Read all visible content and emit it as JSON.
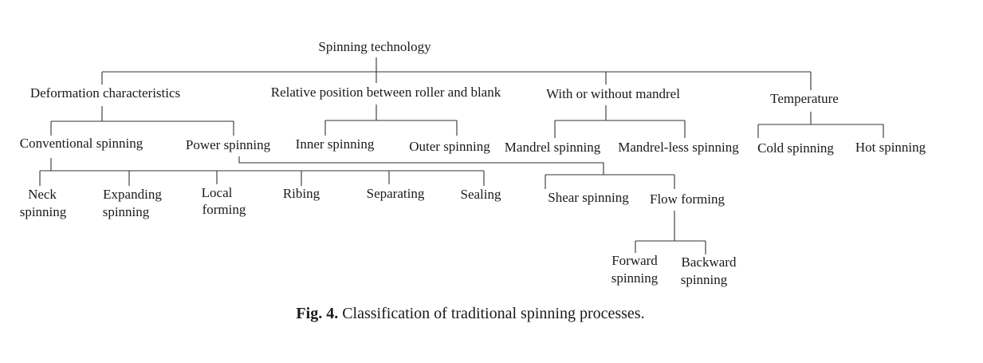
{
  "diagram": {
    "root": "Spinning technology",
    "categories": {
      "deformation": "Deformation characteristics",
      "relative_position": "Relative position between roller and blank",
      "mandrel": "With or without mandrel",
      "temperature": "Temperature"
    },
    "nodes": {
      "conventional": "Conventional spinning",
      "power": "Power spinning",
      "inner": "Inner spinning",
      "outer": "Outer spinning",
      "mandrel_spinning": "Mandrel spinning",
      "mandrelless": "Mandrel-less spinning",
      "cold": "Cold spinning",
      "hot": "Hot spinning",
      "neck": [
        "Neck",
        "spinning"
      ],
      "expanding": [
        "Expanding",
        "spinning"
      ],
      "local": [
        "Local",
        "forming"
      ],
      "ribing": "Ribing",
      "separating": "Separating",
      "sealing": "Sealing",
      "shear": "Shear spinning",
      "flow": "Flow forming",
      "forward": [
        "Forward",
        "spinning"
      ],
      "backward": [
        "Backward",
        "spinning"
      ]
    }
  },
  "caption": {
    "label": "Fig. 4.",
    "text": " Classification of traditional spinning processes."
  }
}
